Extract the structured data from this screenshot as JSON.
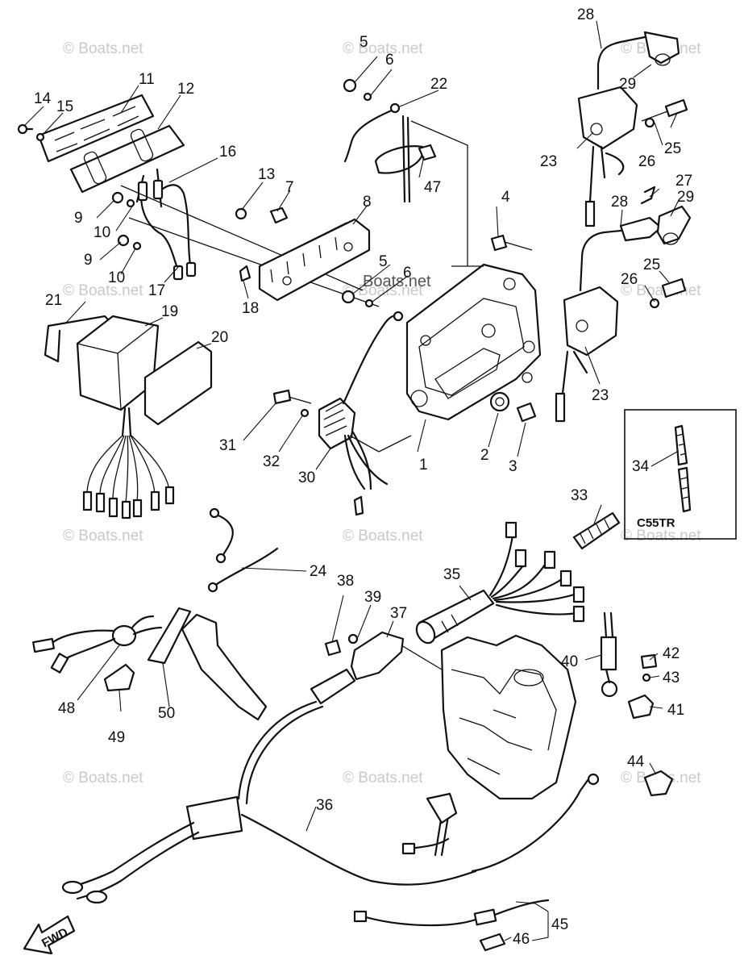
{
  "watermarks": [
    "© Boats.net",
    "© Boats.net",
    "© Boats.net",
    "© Boats.net",
    "© Boats.net",
    "© Boats.net",
    "© Boats.net",
    "© Boats.net",
    "© Boats.net",
    "© Boats.net",
    "© Boats.net",
    "© Boats.net",
    "Boats.net"
  ],
  "callouts": [
    "1",
    "2",
    "3",
    "4",
    "5",
    "5",
    "6",
    "6",
    "7",
    "8",
    "9",
    "9",
    "10",
    "10",
    "11",
    "12",
    "13",
    "14",
    "15",
    "16",
    "17",
    "18",
    "19",
    "20",
    "21",
    "22",
    "23",
    "23",
    "24",
    "25",
    "25",
    "26",
    "26",
    "27",
    "28",
    "28",
    "29",
    "29",
    "30",
    "31",
    "32",
    "33",
    "34",
    "35",
    "36",
    "37",
    "38",
    "39",
    "40",
    "41",
    "42",
    "43",
    "44",
    "45",
    "46",
    "47",
    "48",
    "49",
    "50"
  ],
  "variant_label": "C55TR",
  "direction_label": "FWD"
}
